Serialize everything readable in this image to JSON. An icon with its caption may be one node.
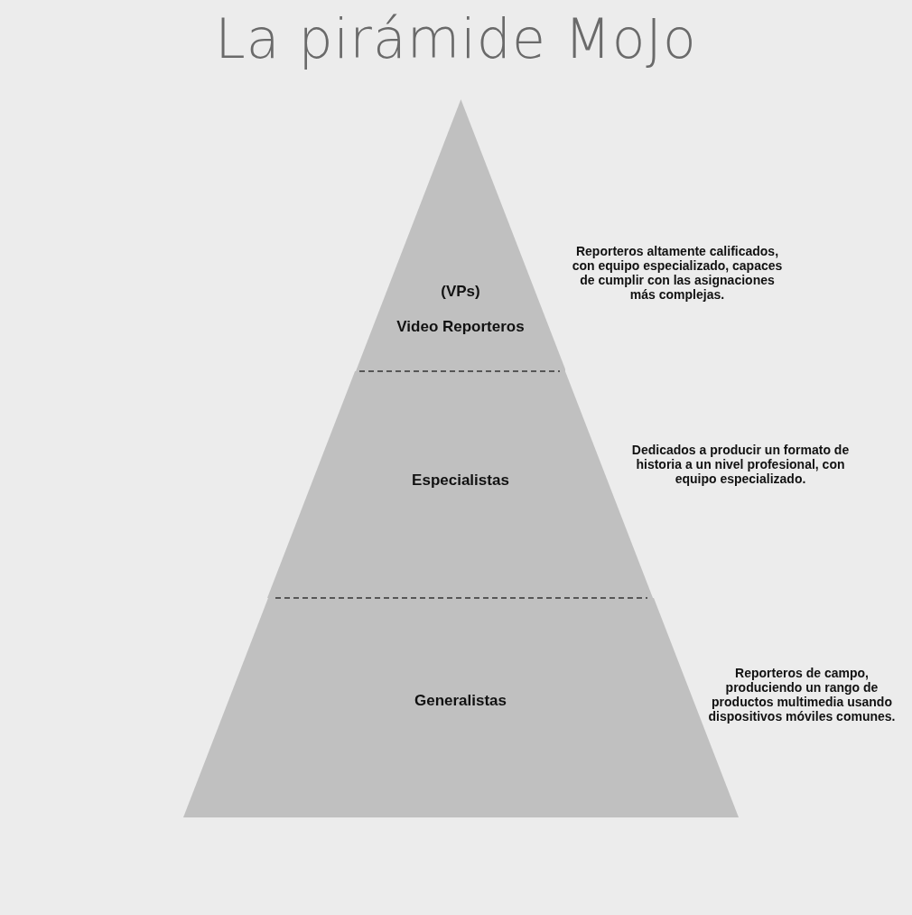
{
  "diagram": {
    "title": "La pirámide MoJo",
    "nodes": [
      {
        "text": [
          "(VPs)",
          "Video Reporteros"
        ],
        "beside": [
          "Reporteros altamente calificados, con equipo especializado, capaces de cumplir con las asignaciones más complejas."
        ]
      },
      {
        "text": [
          "Especialistas"
        ],
        "beside": [
          "Dedicados a producir un formato de historia a un nivel profesional, con equipo especializado."
        ]
      },
      {
        "text": [
          "Generalistas"
        ],
        "beside": [
          "Reporteros de campo, produciendo un rango de productos multimedia usando dispositivos móviles comunes."
        ]
      }
    ]
  }
}
